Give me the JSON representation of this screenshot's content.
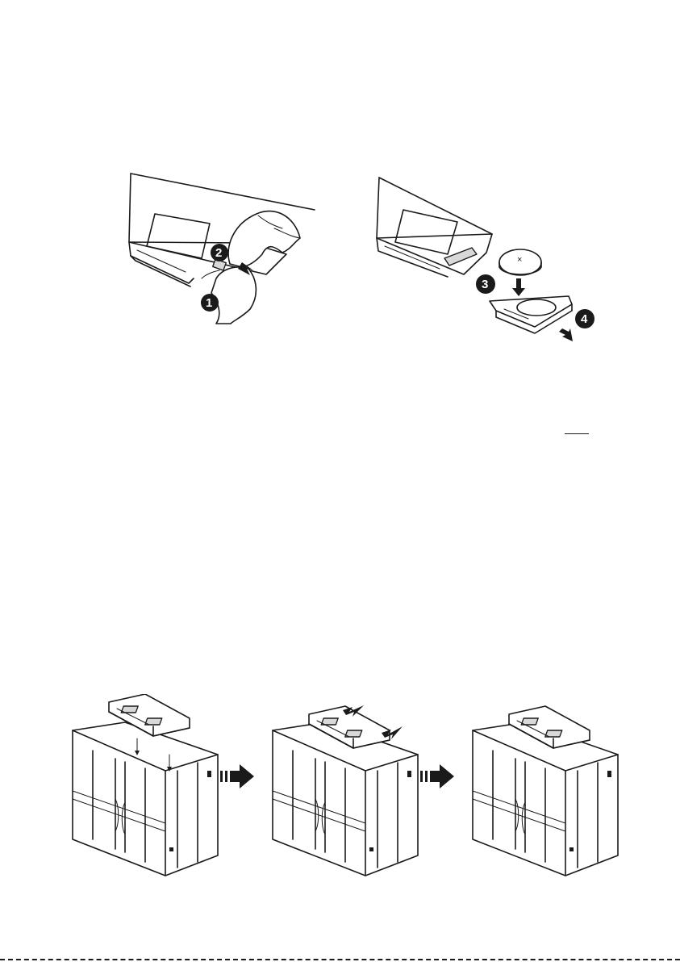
{
  "figures": {
    "remote_open": {
      "step1": "1",
      "step2": "2"
    },
    "remote_battery": {
      "step3": "3",
      "step4": "4"
    },
    "unit_mounting": {
      "stages": 3
    }
  },
  "colors": {
    "ink": "#1a1a1a",
    "paper": "#ffffff",
    "shade": "#d8d8d8"
  },
  "icons": [
    "hand-icon",
    "coin-battery-icon",
    "arrow-icon",
    "hatched-arrow-icon"
  ]
}
